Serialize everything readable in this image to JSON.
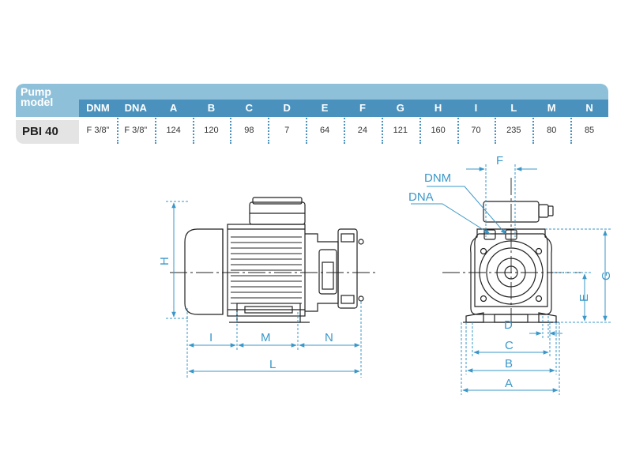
{
  "table": {
    "model_header_line1": "Pump",
    "model_header_line2": "model",
    "columns": [
      "DNM",
      "DNA",
      "A",
      "B",
      "C",
      "D",
      "E",
      "F",
      "G",
      "H",
      "I",
      "L",
      "M",
      "N"
    ],
    "rows": [
      {
        "model": "PBI 40",
        "values": [
          "F 3/8”",
          "F 3/8”",
          "124",
          "120",
          "98",
          "7",
          "64",
          "24",
          "121",
          "160",
          "70",
          "235",
          "80",
          "85"
        ]
      }
    ]
  },
  "diagram": {
    "side_labels": {
      "H": "H",
      "I": "I",
      "M": "M",
      "N": "N",
      "L": "L"
    },
    "front_labels": {
      "DNM": "DNM",
      "DNA": "DNA",
      "F": "F",
      "G": "G",
      "E": "E",
      "D": "D",
      "C": "C",
      "B": "B",
      "A": "A"
    }
  },
  "colors": {
    "header_light": "#8fc0da",
    "header_dark": "#4a92bd",
    "dimension": "#3a97c8",
    "drawing": "#222222"
  }
}
